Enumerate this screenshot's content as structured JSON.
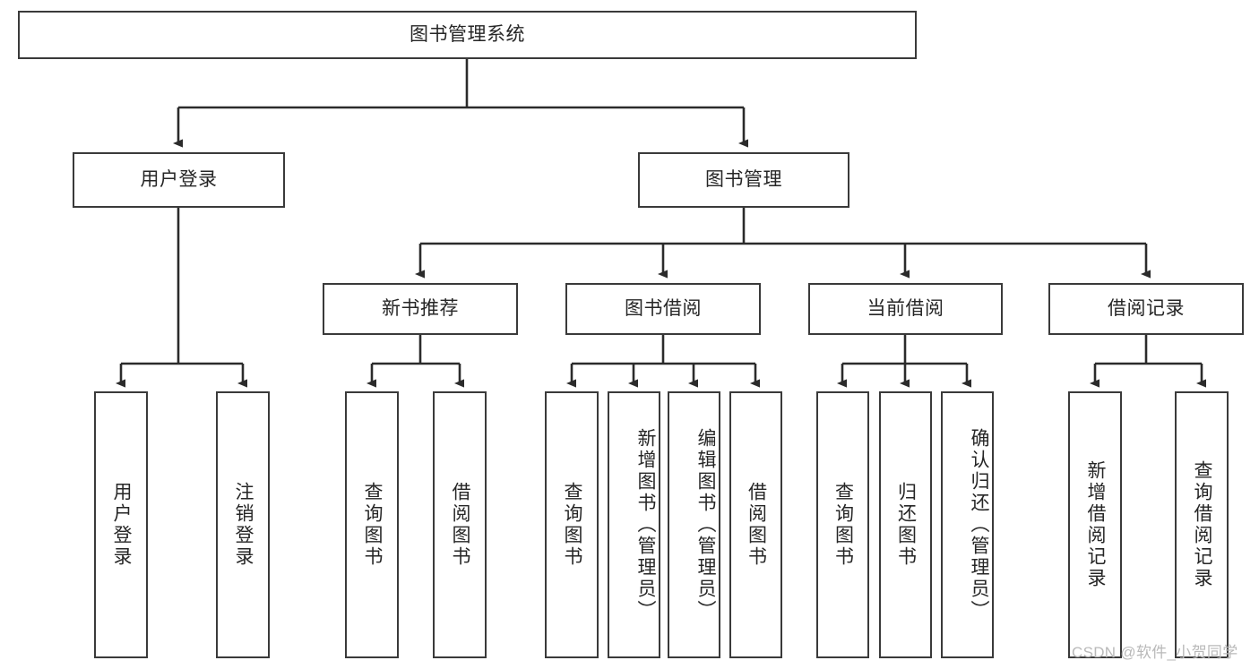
{
  "diagram": {
    "title": "图书管理系统",
    "type": "hierarchy-tree",
    "root": {
      "id": "root",
      "label": "图书管理系统",
      "orientation": "horizontal"
    },
    "level2": [
      {
        "id": "user-login",
        "label": "用户登录",
        "orientation": "horizontal"
      },
      {
        "id": "book-management",
        "label": "图书管理",
        "orientation": "horizontal"
      }
    ],
    "level3": [
      {
        "id": "new-book-recommend",
        "label": "新书推荐",
        "orientation": "horizontal",
        "parent": "book-management"
      },
      {
        "id": "book-borrow",
        "label": "图书借阅",
        "orientation": "horizontal",
        "parent": "book-management"
      },
      {
        "id": "current-borrow",
        "label": "当前借阅",
        "orientation": "horizontal",
        "parent": "book-management"
      },
      {
        "id": "borrow-record",
        "label": "借阅记录",
        "orientation": "horizontal",
        "parent": "book-management"
      }
    ],
    "leaves": [
      {
        "id": "leaf-user-login",
        "label": "用户登录",
        "parent": "user-login",
        "align": "center"
      },
      {
        "id": "leaf-logout",
        "label": "注销登录",
        "parent": "user-login",
        "align": "center"
      },
      {
        "id": "leaf-query-book-1",
        "label": "查询图书",
        "parent": "new-book-recommend",
        "align": "center"
      },
      {
        "id": "leaf-borrow-book-1",
        "label": "借阅图书",
        "parent": "new-book-recommend",
        "align": "center"
      },
      {
        "id": "leaf-query-book-2",
        "label": "查询图书",
        "parent": "book-borrow",
        "align": "center"
      },
      {
        "id": "leaf-add-book",
        "label": "新增图书（管理员）",
        "parent": "book-borrow",
        "align": "top"
      },
      {
        "id": "leaf-edit-book",
        "label": "编辑图书（管理员）",
        "parent": "book-borrow",
        "align": "top"
      },
      {
        "id": "leaf-borrow-book-2",
        "label": "借阅图书",
        "parent": "book-borrow",
        "align": "center"
      },
      {
        "id": "leaf-query-book-3",
        "label": "查询图书",
        "parent": "current-borrow",
        "align": "center"
      },
      {
        "id": "leaf-return-book",
        "label": "归还图书",
        "parent": "current-borrow",
        "align": "center"
      },
      {
        "id": "leaf-confirm-return",
        "label": "确认归还（管理员）",
        "parent": "current-borrow",
        "align": "top"
      },
      {
        "id": "leaf-add-record",
        "label": "新增借阅记录",
        "parent": "borrow-record",
        "align": "center"
      },
      {
        "id": "leaf-query-record",
        "label": "查询借阅记录",
        "parent": "borrow-record",
        "align": "center"
      }
    ],
    "colors": {
      "box_border": "#3a3a3a",
      "box_fill": "#ffffff",
      "connector": "#2b2b2b",
      "text": "#262626",
      "watermark": "#b9b9b9"
    }
  },
  "watermark": {
    "text": "CSDN @软件_小贺同学"
  }
}
